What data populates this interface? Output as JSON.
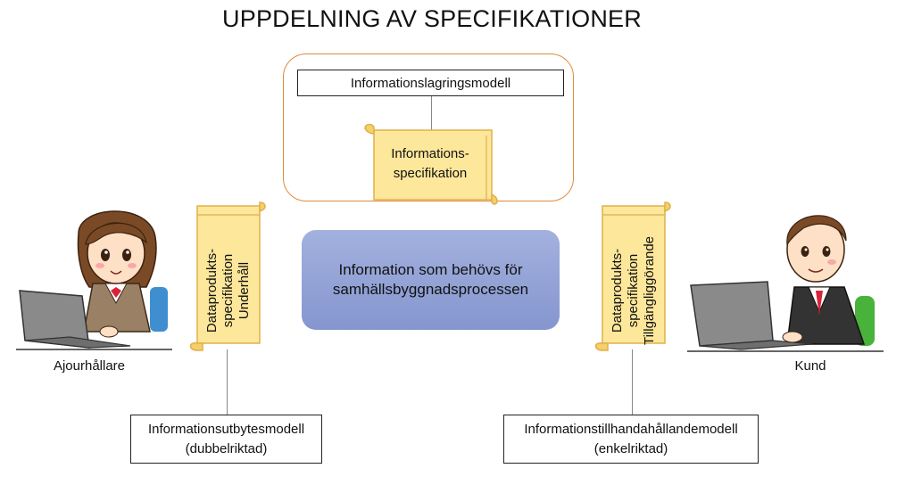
{
  "title": "UPPDELNING AV SPECIFIKATIONER",
  "boxes": {
    "storage_model": "Informationslagringsmodell",
    "exchange_model": {
      "line1": "Informationsutbytesmodell",
      "line2": "(dubbelriktad)"
    },
    "provision_model": {
      "line1": "Informationstillhandahållandemodell",
      "line2": "(enkelriktad)"
    }
  },
  "scrolls": {
    "information_spec": {
      "line1": "Informations-",
      "line2": "specifikation"
    },
    "maintenance_spec": {
      "line1": "Dataprodukts-",
      "line2": "specifikation",
      "line3": "Underhåll"
    },
    "availability_spec": {
      "line1": "Dataprodukts-",
      "line2": "specifikation",
      "line3": "Tillgängliggörande"
    }
  },
  "center": {
    "line1": "Information som behövs för",
    "line2": "samhällsbyggnadsprocessen"
  },
  "actors": {
    "left": "Ajourhållare",
    "right": "Kund"
  },
  "colors": {
    "scroll": "#fde79a",
    "scroll_edge": "#e0b04a",
    "group_border": "#e08a3a",
    "center_fill": "#95a4d6"
  }
}
